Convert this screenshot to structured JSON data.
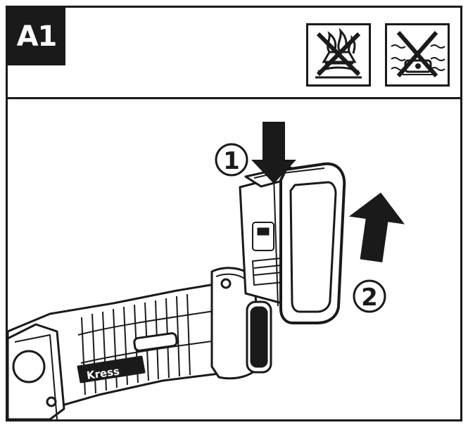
{
  "figure": {
    "label": "A1",
    "step1": "1",
    "step2": "2",
    "brand": "Kress"
  },
  "warnings": [
    {
      "icon": "no-fire-icon"
    },
    {
      "icon": "no-water-icon"
    }
  ],
  "colors": {
    "line": "#1a1a1a",
    "background": "#ffffff"
  }
}
